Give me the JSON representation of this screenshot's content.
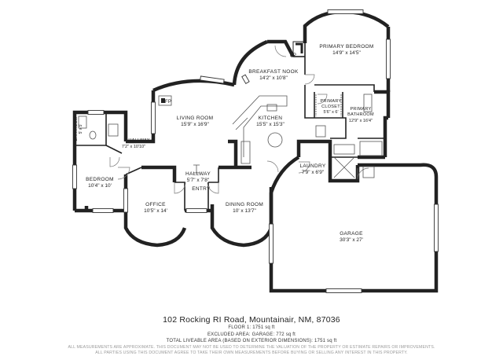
{
  "rooms": {
    "primary_bedroom": {
      "name": "PRIMARY BEDROOM",
      "dims": "14'9\" x 14'5\""
    },
    "fp_top": {
      "name": "FP"
    },
    "breakfast_nook": {
      "name": "BREAKFAST NOOK",
      "dims": "14'2\" x 10'8\""
    },
    "primary_closet": {
      "name": "PRIMARY",
      "name2": "CLOSET",
      "dims": "5'6\" x 6'"
    },
    "primary_bathroom": {
      "name": "PRIMARY",
      "name2": "BATHROOM",
      "dims": "12'9\" x 16'4\""
    },
    "fp_living": {
      "name": "FP"
    },
    "living_room": {
      "name": "LIVING ROOM",
      "dims": "15'9\" x 16'9\""
    },
    "kitchen": {
      "name": "KITCHEN",
      "dims": "15'5\" x 15'3\""
    },
    "bathroom": {
      "name": "BATHROOM",
      "dims": "5' x 5'"
    },
    "hallway_left": {
      "name": "HALLWAY",
      "dims": "7'2\" x 10'10\""
    },
    "bedroom": {
      "name": "BEDROOM",
      "dims": "10'4\" x 10'"
    },
    "laundry": {
      "name": "LAUNDRY",
      "dims": "7'9\" x 6'9\""
    },
    "hallway_center": {
      "name": "HALLWAY",
      "dims": "5'7\" x 7'8\""
    },
    "entry": {
      "name": "ENTRY"
    },
    "office": {
      "name": "OFFICE",
      "dims": "10'5\" x 14'"
    },
    "dining_room": {
      "name": "DINING ROOM",
      "dims": "10' x 13'7\""
    },
    "garage": {
      "name": "GARAGE",
      "dims": "30'3\" x 27'"
    }
  },
  "footer": {
    "address": "102 Rocking RI Road, Mountainair, NM, 87036",
    "floor": "FLOOR 1: 1751 sq ft",
    "excluded": "EXCLUDED AREA: GARAGE: 772 sq ft",
    "total": "TOTAL LIVEABLE AREA (BASED ON EXTERIOR DIMENSIONS): 1751 sq ft",
    "disclaimer1": "ALL MEASUREMENTS ARE APPROXIMATE. THIS DOCUMENT MAY NOT BE USED TO DETERMINE THE VALUATION OF THE PROPERTY OR ESTIMATE REPAIRS OR IMPROVEMENTS.",
    "disclaimer2": "ALL PARTIES USING THIS DOCUMENT AGREE TO TAKE THEIR OWN MEASUREMENTS BEFORE BUYING OR SELLING ANY INTEREST IN THIS PROPERTY."
  }
}
